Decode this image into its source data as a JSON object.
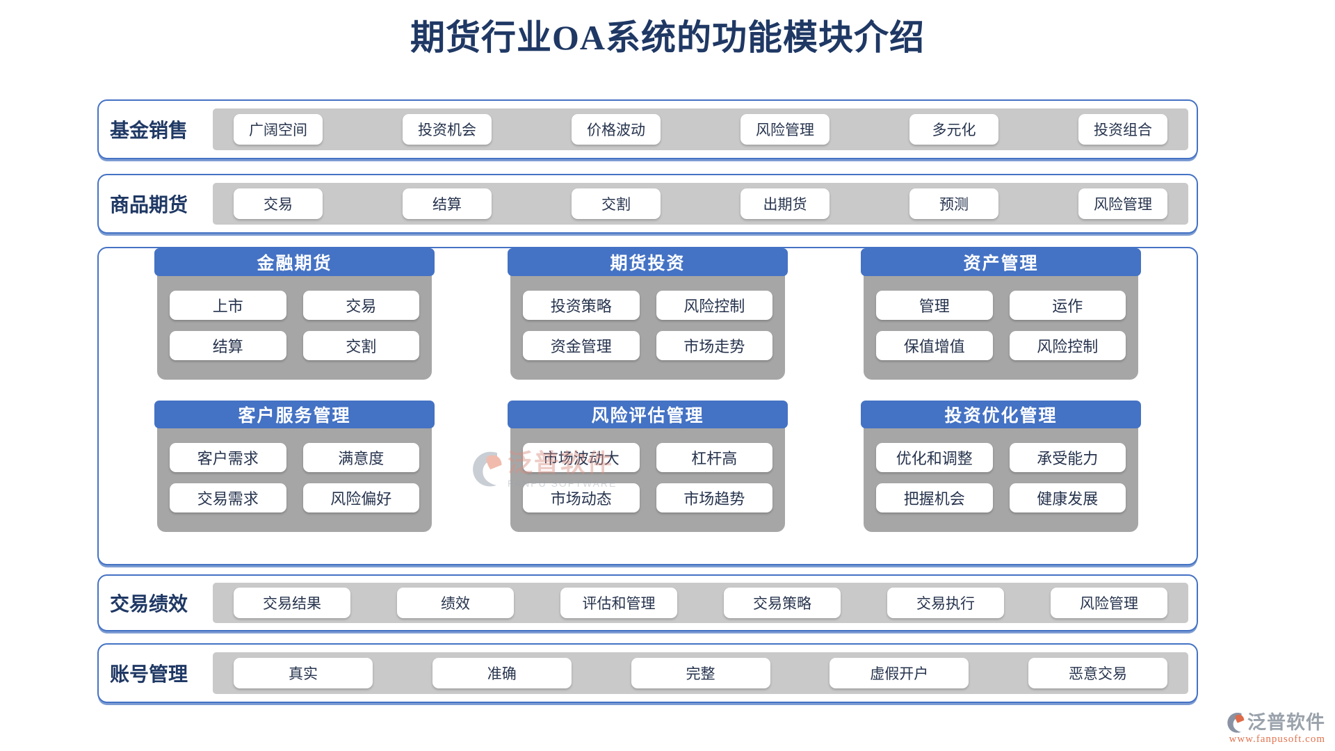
{
  "title": "期货行业OA系统的功能模块介绍",
  "colors": {
    "accent_blue": "#4472C4",
    "title_navy": "#1F3864",
    "row_band_gray": "#C9C9C9",
    "card_body_gray": "#A6A6A6",
    "chip_white": "#FFFFFF",
    "brand_orange": "#E2734F"
  },
  "rows": [
    {
      "label": "基金销售",
      "buttons": [
        "广阔空间",
        "投资机会",
        "价格波动",
        "风险管理",
        "多元化",
        "投资组合"
      ]
    },
    {
      "label": "商品期货",
      "buttons": [
        "交易",
        "结算",
        "交割",
        "出期货",
        "预测",
        "风险管理"
      ]
    },
    {
      "label": "交易绩效",
      "buttons": [
        "交易结果",
        "绩效",
        "评估和管理",
        "交易策略",
        "交易执行",
        "风险管理"
      ]
    },
    {
      "label": "账号管理",
      "buttons": [
        "真实",
        "准确",
        "完整",
        "虚假开户",
        "恶意交易"
      ]
    }
  ],
  "cards": [
    {
      "title": "金融期货",
      "buttons": [
        "上市",
        "交易",
        "结算",
        "交割"
      ]
    },
    {
      "title": "期货投资",
      "buttons": [
        "投资策略",
        "风险控制",
        "资金管理",
        "市场走势"
      ]
    },
    {
      "title": "资产管理",
      "buttons": [
        "管理",
        "运作",
        "保值增值",
        "风险控制"
      ]
    },
    {
      "title": "客户服务管理",
      "buttons": [
        "客户需求",
        "满意度",
        "交易需求",
        "风险偏好"
      ]
    },
    {
      "title": "风险评估管理",
      "buttons": [
        "市场波动大",
        "杠杆高",
        "市场动态",
        "市场趋势"
      ]
    },
    {
      "title": "投资优化管理",
      "buttons": [
        "优化和调整",
        "承受能力",
        "把握机会",
        "健康发展"
      ]
    }
  ],
  "watermark": {
    "brand": "泛普软件",
    "sub": "FANPU SOFTWARE"
  },
  "footer": {
    "brand": "泛普软件",
    "website": "www.fanpusoft.com"
  }
}
